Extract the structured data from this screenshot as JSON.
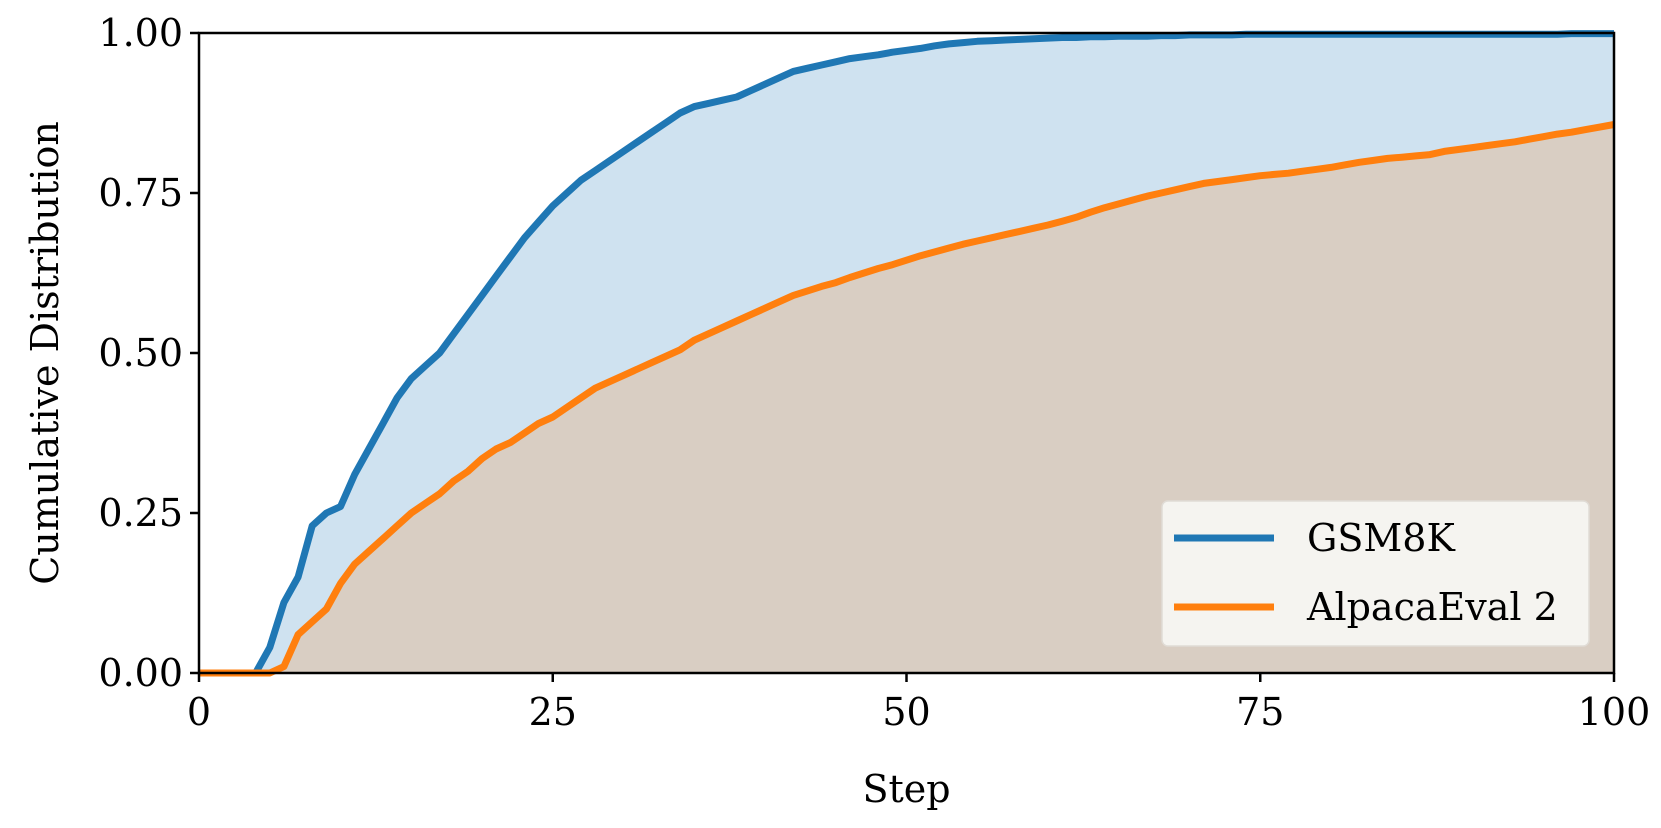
{
  "chart_data": {
    "type": "area",
    "title": "",
    "xlabel": "Step",
    "ylabel": "Cumulative Distribution",
    "xlim": [
      0,
      100
    ],
    "ylim": [
      0,
      1
    ],
    "xticks": [
      0,
      25,
      50,
      75,
      100
    ],
    "xtick_labels": [
      "0",
      "25",
      "50",
      "75",
      "100"
    ],
    "yticks": [
      0,
      0.25,
      0.5,
      0.75,
      1
    ],
    "ytick_labels": [
      "0.00",
      "0.25",
      "0.50",
      "0.75",
      "1.00"
    ],
    "grid": false,
    "legend_position": "bottom-right",
    "x": [
      0,
      1,
      2,
      3,
      4,
      5,
      6,
      7,
      8,
      9,
      10,
      11,
      12,
      13,
      14,
      15,
      16,
      17,
      18,
      19,
      20,
      21,
      22,
      23,
      24,
      25,
      26,
      27,
      28,
      29,
      30,
      31,
      32,
      33,
      34,
      35,
      36,
      37,
      38,
      39,
      40,
      41,
      42,
      43,
      44,
      45,
      46,
      47,
      48,
      49,
      50,
      51,
      52,
      53,
      54,
      55,
      56,
      57,
      58,
      59,
      60,
      61,
      62,
      63,
      64,
      65,
      66,
      67,
      68,
      69,
      70,
      71,
      72,
      73,
      74,
      75,
      76,
      77,
      78,
      79,
      80,
      81,
      82,
      83,
      84,
      85,
      86,
      87,
      88,
      89,
      90,
      91,
      92,
      93,
      94,
      95,
      96,
      97,
      98,
      99,
      100
    ],
    "series": [
      {
        "name": "GSM8K",
        "color": "#1f77b4",
        "fill": "#cfe2f0",
        "values": [
          0,
          0,
          0,
          0,
          0,
          0.04,
          0.11,
          0.15,
          0.23,
          0.25,
          0.26,
          0.31,
          0.35,
          0.39,
          0.43,
          0.46,
          0.48,
          0.5,
          0.53,
          0.56,
          0.59,
          0.62,
          0.65,
          0.68,
          0.705,
          0.73,
          0.75,
          0.77,
          0.785,
          0.8,
          0.815,
          0.83,
          0.845,
          0.86,
          0.875,
          0.885,
          0.89,
          0.895,
          0.9,
          0.91,
          0.92,
          0.93,
          0.94,
          0.945,
          0.95,
          0.955,
          0.96,
          0.963,
          0.966,
          0.97,
          0.973,
          0.976,
          0.98,
          0.983,
          0.985,
          0.987,
          0.988,
          0.989,
          0.99,
          0.991,
          0.992,
          0.993,
          0.993,
          0.994,
          0.994,
          0.995,
          0.995,
          0.995,
          0.996,
          0.996,
          0.997,
          0.997,
          0.997,
          0.997,
          0.998,
          0.998,
          0.998,
          0.998,
          0.998,
          0.998,
          0.998,
          0.998,
          0.998,
          0.998,
          0.998,
          0.998,
          0.998,
          0.998,
          0.998,
          0.998,
          0.998,
          0.998,
          0.998,
          0.998,
          0.998,
          0.998,
          0.998,
          0.999,
          0.999,
          0.999,
          0.999
        ]
      },
      {
        "name": "AlpacaEval 2",
        "color": "#ff7f0e",
        "fill": "#d9cec3",
        "values": [
          0,
          0,
          0,
          0,
          0,
          0,
          0.01,
          0.06,
          0.08,
          0.1,
          0.14,
          0.17,
          0.19,
          0.21,
          0.23,
          0.25,
          0.265,
          0.28,
          0.3,
          0.315,
          0.335,
          0.35,
          0.36,
          0.375,
          0.39,
          0.4,
          0.415,
          0.43,
          0.445,
          0.455,
          0.465,
          0.475,
          0.485,
          0.495,
          0.505,
          0.52,
          0.53,
          0.54,
          0.55,
          0.56,
          0.57,
          0.58,
          0.59,
          0.597,
          0.604,
          0.61,
          0.618,
          0.625,
          0.632,
          0.638,
          0.645,
          0.652,
          0.658,
          0.664,
          0.67,
          0.675,
          0.68,
          0.685,
          0.69,
          0.695,
          0.7,
          0.706,
          0.712,
          0.72,
          0.727,
          0.733,
          0.739,
          0.745,
          0.75,
          0.755,
          0.76,
          0.765,
          0.768,
          0.771,
          0.774,
          0.777,
          0.779,
          0.781,
          0.784,
          0.787,
          0.79,
          0.794,
          0.798,
          0.801,
          0.804,
          0.806,
          0.808,
          0.81,
          0.815,
          0.818,
          0.821,
          0.824,
          0.827,
          0.83,
          0.834,
          0.838,
          0.842,
          0.845,
          0.849,
          0.853,
          0.857
        ]
      }
    ]
  }
}
